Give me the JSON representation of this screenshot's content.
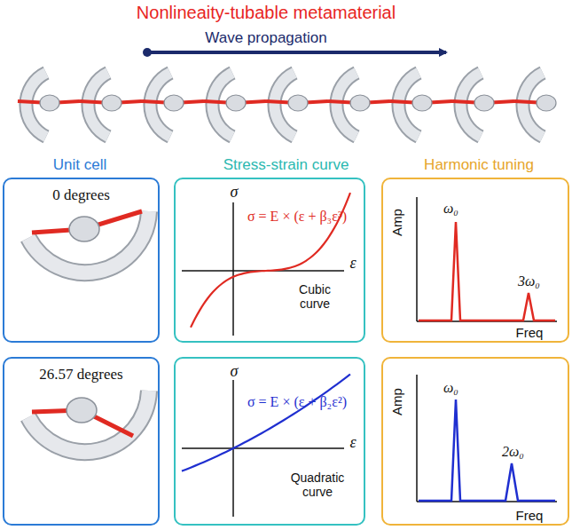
{
  "diagram": {
    "title": "Nonlineaity-tubable metamaterial",
    "nodes": [
      {
        "text": [
          "0 degrees"
        ]
      },
      {
        "text": [
          "σ = E × (ε + β₃ε³)",
          "Cubic curve",
          "σ",
          "ε"
        ]
      },
      {
        "text": [
          "Amp",
          "ω₀",
          "3ω₀",
          "Freq"
        ]
      },
      {
        "text": [
          "26.57 degrees"
        ]
      },
      {
        "text": [
          "σ = E × (ε + β₂ε²)",
          "Quadratic curve",
          "σ",
          "ε"
        ]
      },
      {
        "text": [
          "Amp",
          "ω₀",
          "2ω₀",
          "Freq"
        ]
      }
    ],
    "edges": [],
    "labels": [
      "Wave propagation",
      "Unit cell",
      "Stress-strain curve",
      "Harmonic tuning"
    ]
  }
}
